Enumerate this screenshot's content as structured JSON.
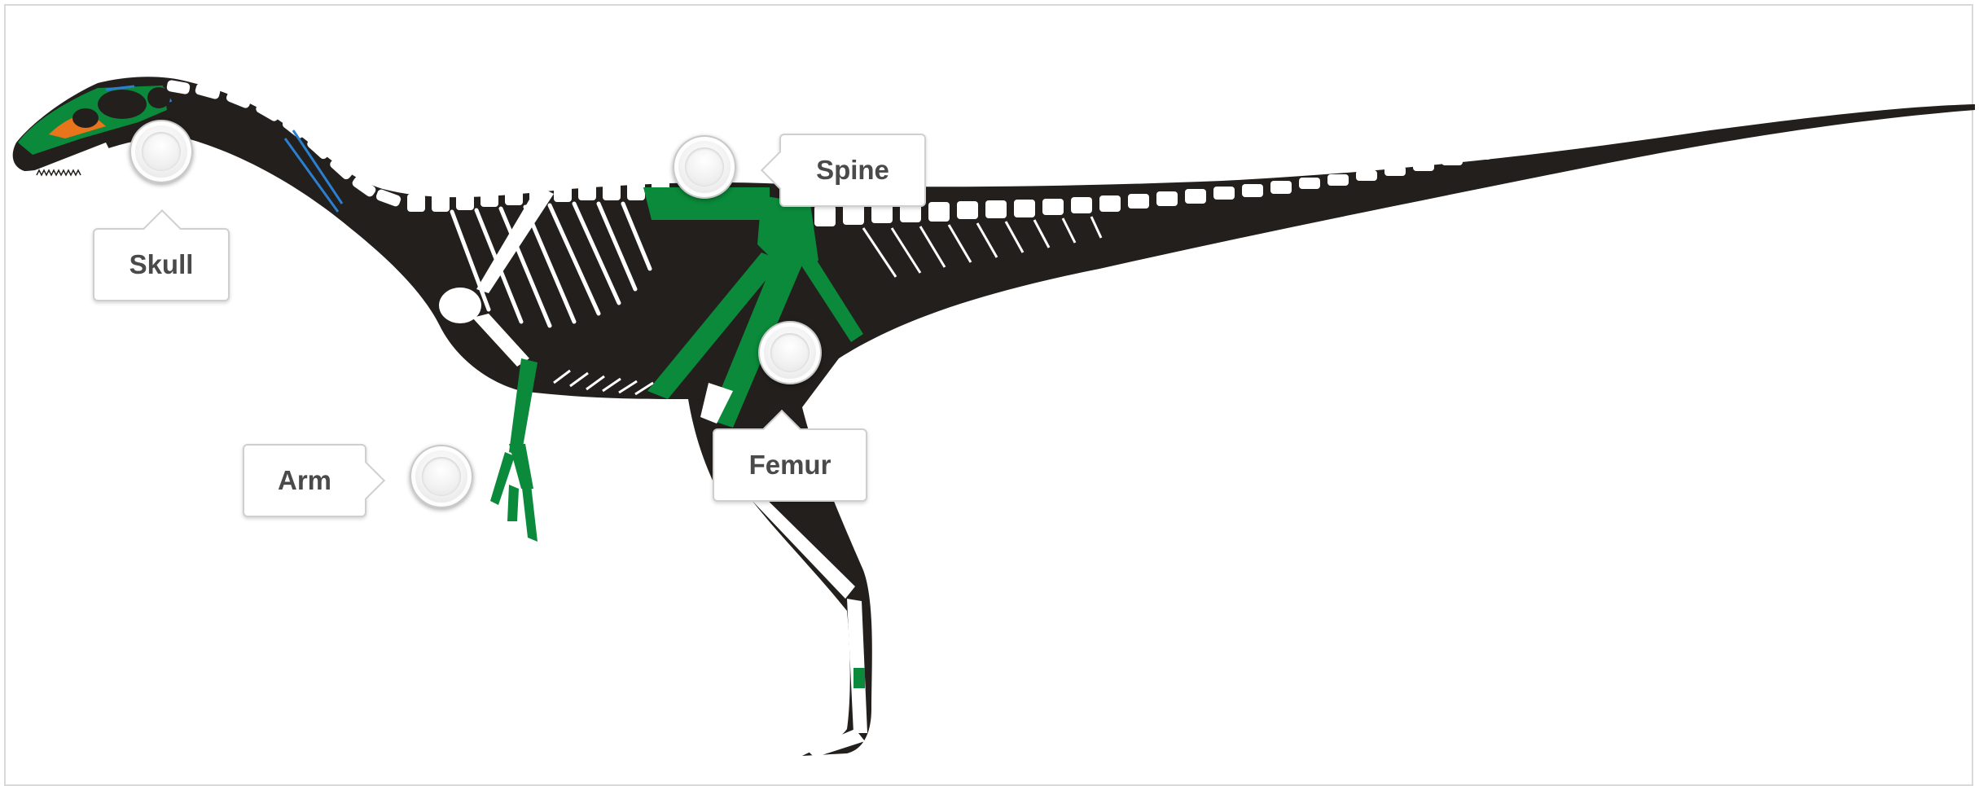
{
  "labels": {
    "skull": "Skull",
    "arm": "Arm",
    "spine": "Spine",
    "femur": "Femur"
  },
  "colors": {
    "body": "#231f1d",
    "bone": "#ffffff",
    "preserved_bone": "#0a8a3a",
    "skull_orange": "#e8741c",
    "skull_blue": "#2b7fd0",
    "callout_text": "#4a4a4a",
    "border": "#d9d9d9"
  },
  "icons": {
    "hotspot": "hotspot-circle-icon"
  }
}
